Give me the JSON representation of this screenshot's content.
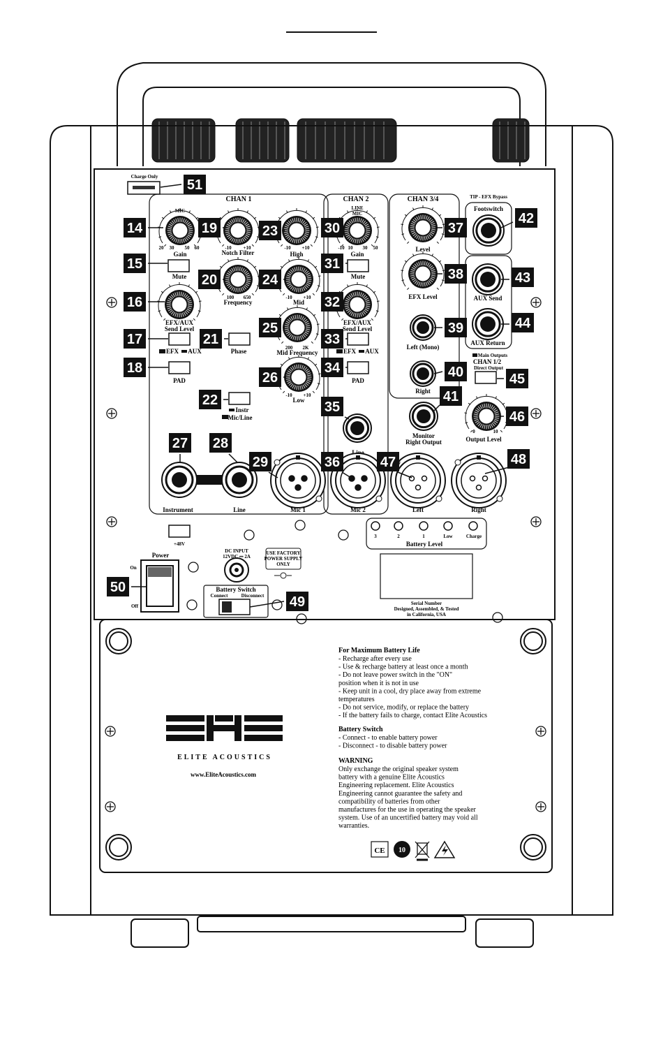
{
  "logo": {
    "brand": "ELITE ACOUSTICS",
    "url": "www.EliteAcoustics.com"
  },
  "sections": {
    "ch1": "CHAN 1",
    "ch2": "CHAN 2",
    "ch34": "CHAN 3/4"
  },
  "labels": {
    "charge_only": "Charge Only",
    "gain": "Gain",
    "notch": "Notch Filter",
    "high": "High",
    "gain2": "Gain",
    "mute": "Mute",
    "frequency": "Frequency",
    "mid": "Mid",
    "mute2": "Mute",
    "efx_send": "EFX/AUX",
    "send_level": "Send Level",
    "mid_freq": "Mid Frequency",
    "efx_send2": "EFX/AUX",
    "send_level2": "Send Level",
    "efx_aux": "EFX",
    "aux": "AUX",
    "efx_aux2": "EFX",
    "aux2": "AUX",
    "phase": "Phase",
    "pad": "PAD",
    "low": "Low",
    "pad2": "PAD",
    "instr": "Instr",
    "mic_line": "Mic/Line",
    "line_jack": "Line",
    "instrument": "Instrument",
    "line": "Line",
    "mic1": "Mic 1",
    "mic2": "Mic 2",
    "left": "Left",
    "right": "Right",
    "level": "Level",
    "efx_level": "EFX Level",
    "left_mono": "Left (Mono)",
    "right34": "Right",
    "monitor": "Monitor",
    "right_output": "Right Output",
    "tip_efx": "TIP - EFX Bypass",
    "footswitch": "Footswitch",
    "aux_send": "AUX Send",
    "aux_return": "AUX Return",
    "main_outputs": "Main Outputs",
    "chan12": "CHAN 1/2",
    "direct_output": "Direct Output",
    "output_level": "Output Level",
    "phantom": "+48V",
    "power": "Power",
    "on": "On",
    "off": "Off",
    "dc_input": "DC INPUT",
    "dc_spec": "12VDC ⎓ 2A",
    "factory1": "USE FACTORY",
    "factory2": "POWER SUPPLY",
    "factory3": "ONLY",
    "battery_switch": "Battery Switch",
    "connect": "Connect",
    "disconnect": "Disconnect",
    "battery_level": "Battery Level",
    "led_3": "3",
    "led_2": "2",
    "led_1": "1",
    "led_low": "Low",
    "led_charge": "Charge",
    "serial": "Serial Number",
    "designed": "Designed, Assembled, & Tested",
    "california": "in California, USA",
    "mic_tick": "MIC",
    "line_tick": "LINE"
  },
  "scales": {
    "gain": [
      "20",
      "30",
      "50",
      "60"
    ],
    "notch": [
      "-10",
      "+10"
    ],
    "high": [
      "-10",
      "+10"
    ],
    "gain2": [
      "-10",
      "10",
      "30",
      "50"
    ],
    "freq": [
      "100",
      "650"
    ],
    "mid": [
      "-10",
      "+10"
    ],
    "midfreq": [
      "200",
      "2K"
    ],
    "low": [
      "-10",
      "+10"
    ],
    "out": [
      "0",
      "10"
    ]
  },
  "callouts": {
    "n14": "14",
    "n15": "15",
    "n16": "16",
    "n17": "17",
    "n18": "18",
    "n19": "19",
    "n20": "20",
    "n21": "21",
    "n22": "22",
    "n23": "23",
    "n24": "24",
    "n25": "25",
    "n26": "26",
    "n27": "27",
    "n28": "28",
    "n29": "29",
    "n30": "30",
    "n31": "31",
    "n32": "32",
    "n33": "33",
    "n34": "34",
    "n35": "35",
    "n36": "36",
    "n37": "37",
    "n38": "38",
    "n39": "39",
    "n40": "40",
    "n41": "41",
    "n42": "42",
    "n43": "43",
    "n44": "44",
    "n45": "45",
    "n46": "46",
    "n47": "47",
    "n48": "48",
    "n49": "49",
    "n50": "50",
    "n51": "51"
  },
  "info": {
    "battery_title": "For Maximum Battery Life",
    "battery_lines": [
      "- Recharge after every use",
      "- Use & recharge battery at least once a month",
      "- Do not leave power switch in the \"ON\"",
      "  position when it is not in use",
      "- Keep unit in a cool, dry place away from extreme",
      "  temperatures",
      "- Do not service, modify, or replace the battery",
      "- If the battery fails to charge, contact Elite Acoustics"
    ],
    "switch_title": "Battery Switch",
    "switch_lines": [
      "- Connect - to enable battery power",
      "- Disconnect - to disable battery power"
    ],
    "warning_title": "WARNING",
    "warning_lines": [
      "Only exchange the original speaker system",
      "battery with a genuine Elite Acoustics",
      "Engineering replacement. Elite Acoustics",
      "Engineering cannot guarantee the safety and",
      "compatibility of batteries from other",
      "manufactures for the use in operating the speaker",
      "system. Use of an uncertified battery may void all",
      "warranties."
    ],
    "ce": "CE",
    "rohs": "10"
  }
}
